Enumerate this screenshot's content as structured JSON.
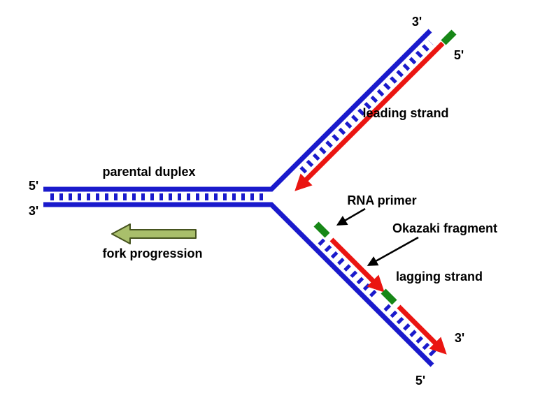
{
  "diagram": {
    "labels": {
      "parental_duplex": "parental duplex",
      "fork_progression": "fork progression",
      "leading_strand": "leading strand",
      "lagging_strand": "lagging strand",
      "rna_primer": "RNA primer",
      "okazaki_fragment": "Okazaki fragment"
    },
    "ends": {
      "parental_top_left": "5'",
      "parental_bottom_left": "3'",
      "leading_template_top": "3'",
      "leading_new_strand_top": "5'",
      "lagging_new_strand_bottom": "3'",
      "lagging_template_bottom": "5'"
    },
    "colors": {
      "strand_blue": "#1a1acc",
      "new_strand_red": "#ea1511",
      "primer_green": "#178717",
      "arrow_fill": "#a9bf6b",
      "arrow_stroke": "#46531f",
      "label_text": "#000000",
      "background": "#ffffff"
    }
  }
}
